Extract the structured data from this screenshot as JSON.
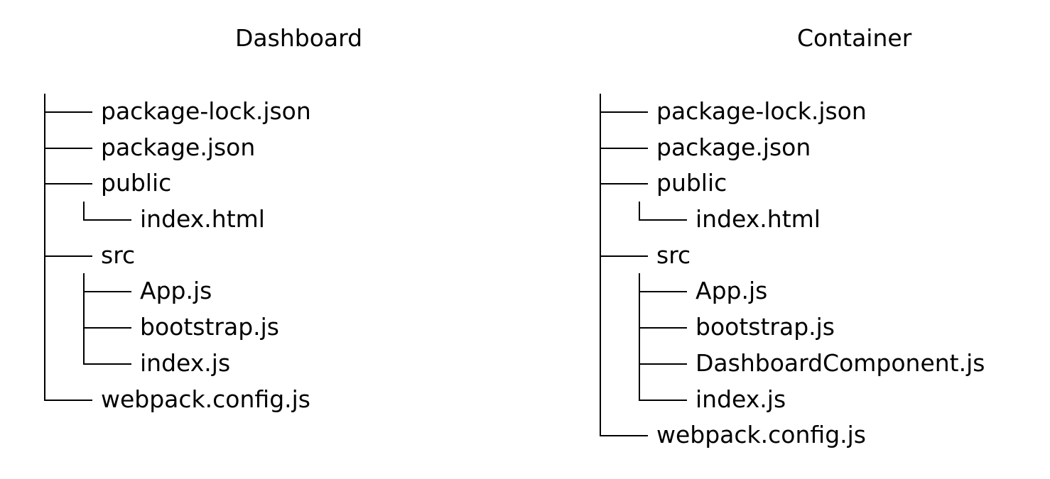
{
  "trees": [
    {
      "title": "Dashboard",
      "items": [
        {
          "label": "package-lock.json",
          "depth": 1,
          "kind": "tee"
        },
        {
          "label": "package.json",
          "depth": 1,
          "kind": "tee"
        },
        {
          "label": "public",
          "depth": 1,
          "kind": "tee"
        },
        {
          "label": "index.html",
          "depth": 2,
          "kind": "end",
          "parent_continues": true
        },
        {
          "label": "src",
          "depth": 1,
          "kind": "tee"
        },
        {
          "label": "App.js",
          "depth": 2,
          "kind": "tee",
          "parent_continues": true
        },
        {
          "label": "bootstrap.js",
          "depth": 2,
          "kind": "tee",
          "parent_continues": true
        },
        {
          "label": "index.js",
          "depth": 2,
          "kind": "end",
          "parent_continues": true
        },
        {
          "label": "webpack.config.js",
          "depth": 1,
          "kind": "end"
        }
      ]
    },
    {
      "title": "Container",
      "items": [
        {
          "label": "package-lock.json",
          "depth": 1,
          "kind": "tee"
        },
        {
          "label": "package.json",
          "depth": 1,
          "kind": "tee"
        },
        {
          "label": "public",
          "depth": 1,
          "kind": "tee"
        },
        {
          "label": "index.html",
          "depth": 2,
          "kind": "end",
          "parent_continues": true
        },
        {
          "label": "src",
          "depth": 1,
          "kind": "tee"
        },
        {
          "label": "App.js",
          "depth": 2,
          "kind": "tee",
          "parent_continues": true
        },
        {
          "label": "bootstrap.js",
          "depth": 2,
          "kind": "tee",
          "parent_continues": true
        },
        {
          "label": "DashboardComponent.js",
          "depth": 2,
          "kind": "tee",
          "parent_continues": true
        },
        {
          "label": "index.js",
          "depth": 2,
          "kind": "end",
          "parent_continues": true
        },
        {
          "label": "webpack.config.js",
          "depth": 1,
          "kind": "end"
        }
      ]
    }
  ]
}
